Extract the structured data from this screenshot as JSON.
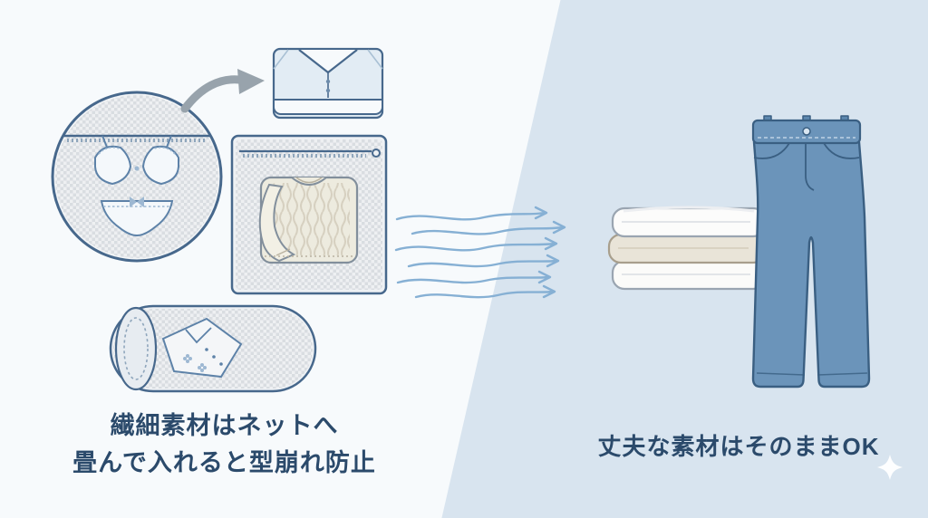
{
  "left_section": {
    "caption_line1": "繊細素材はネットへ",
    "caption_line2": "畳んで入れると型崩れ防止",
    "icons": [
      "lingerie-in-net-circle-icon",
      "curved-arrow-icon",
      "folded-shirt-icon",
      "laundry-net-bag-icon",
      "cylinder-net-bag-icon"
    ]
  },
  "center": {
    "icons": [
      "airflow-arrows-icon"
    ]
  },
  "right_section": {
    "caption": "丈夫な素材はそのままOK",
    "icons": [
      "folded-towels-icon",
      "jeans-icon",
      "sparkle-icon"
    ]
  },
  "colors": {
    "background_left": "#f7fafc",
    "background_right": "#d8e4ef",
    "outline_blue": "#47688c",
    "accent_blue": "#5d82a8",
    "airflow_blue": "#86b0d4",
    "text_navy": "#2b4a6b",
    "denim_blue": "#6b94ba",
    "denim_dark": "#3a5f82",
    "towel_cream": "#e9e4d8",
    "sweater_cream": "#edebdf",
    "arrow_gray": "#98a3ac"
  }
}
